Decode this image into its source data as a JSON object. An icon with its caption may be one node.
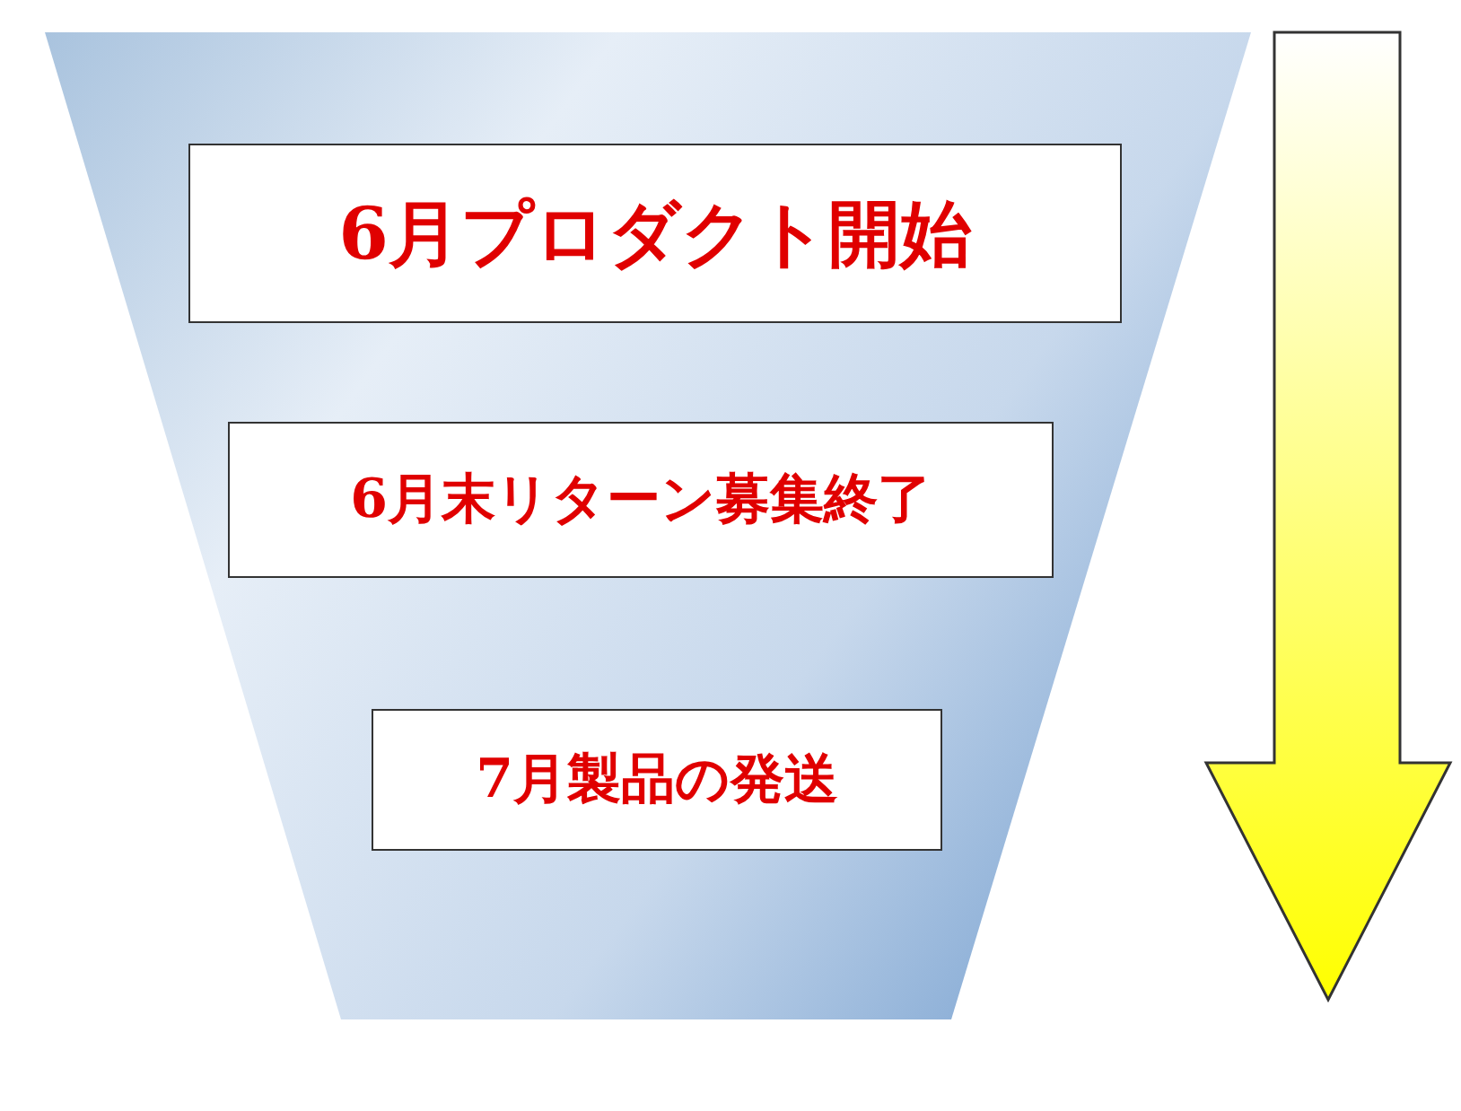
{
  "diagram": {
    "nodes": [
      {
        "text": [],
        "shape": "trapezoid"
      },
      {
        "text": [
          "6月プロダクト開始"
        ],
        "in": 0
      },
      {
        "text": [
          "6月末リターン募集終了"
        ],
        "in": 0
      },
      {
        "text": [
          "7月製品の発送"
        ],
        "in": 0
      }
    ],
    "edges": []
  }
}
